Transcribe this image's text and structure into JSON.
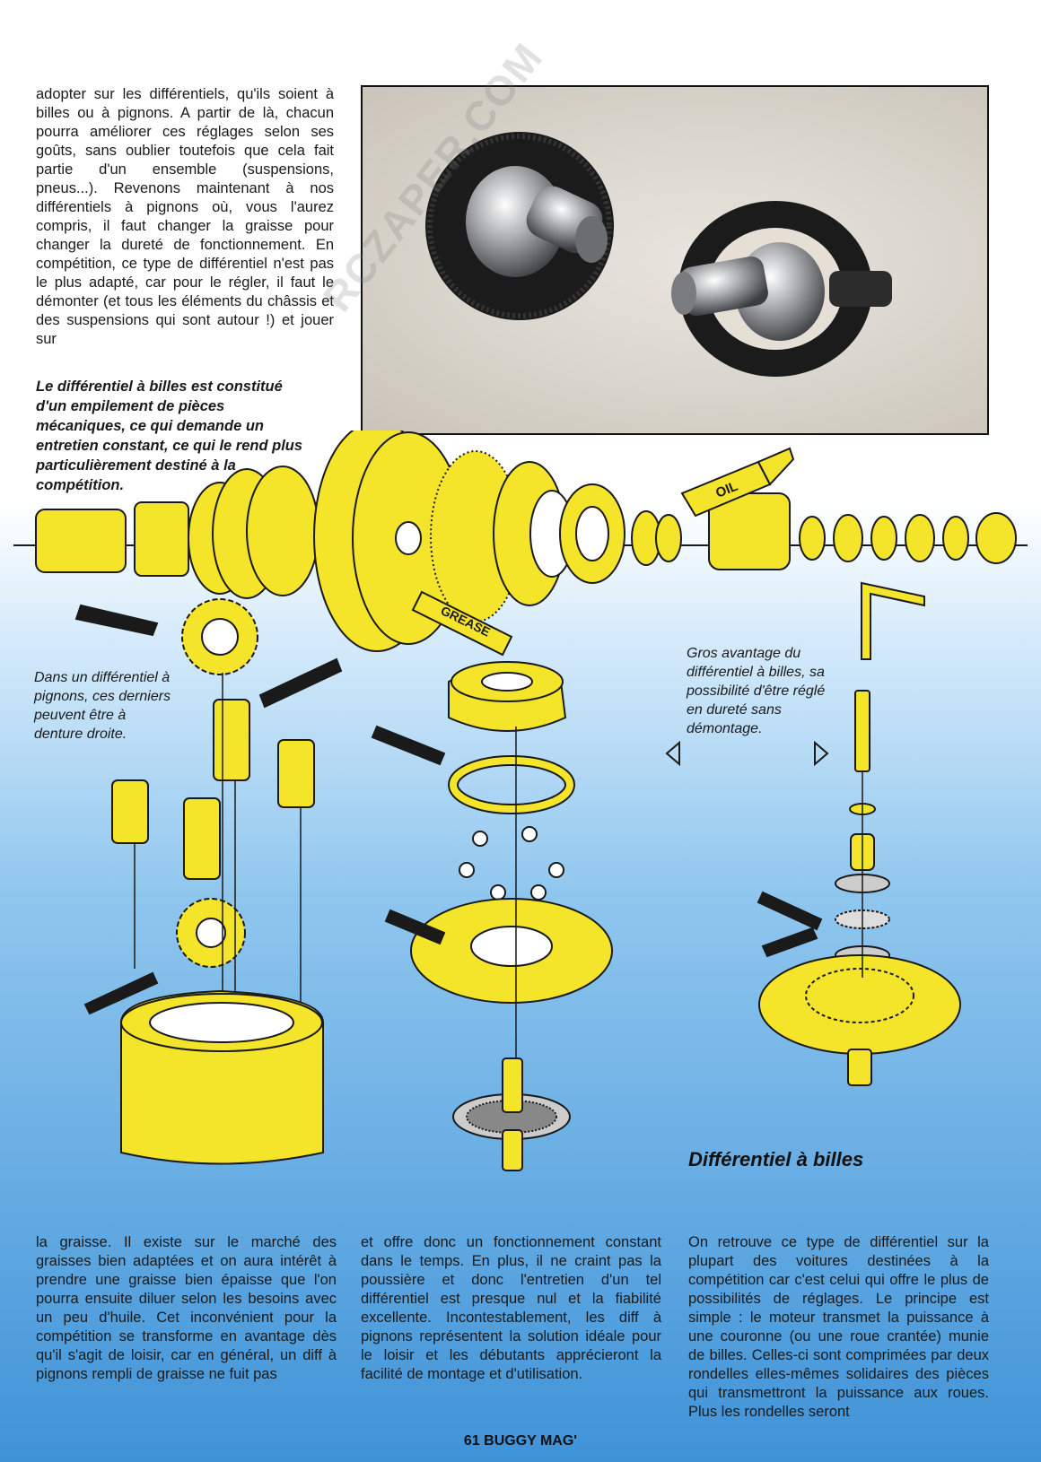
{
  "intro_text": "adopter sur les différentiels, qu'ils soient à billes ou à pignons. A partir de là, chacun pourra améliorer ces réglages selon ses goûts, sans oublier toutefois que cela fait partie d'un ensemble (suspensions, pneus...). Revenons maintenant à nos différentiels à pignons où, vous l'aurez compris, il faut changer la graisse pour changer la dureté de fonctionnement. En compétition, ce type de différentiel n'est pas le plus adapté, car pour le régler, il faut le démonter (et tous les éléments du châssis et des suspensions qui sont autour !) et jouer sur",
  "caption_ball_intro": "Le différentiel à billes est constitué d'un empilement de pièces mécaniques, ce qui demande un entretien constant, ce qui le rend plus particulièrement destiné à la compétition.",
  "caption_pinion": "Dans un différentiel à pignons, ces derniers peuvent être à denture droite.",
  "caption_adjust": "Gros avantage du différentiel à billes, sa possibilité d'être réglé en dureté sans démontage.",
  "label_oil": "OIL",
  "label_grease": "GREASE",
  "watermark": "RCZAPER.COM",
  "col_left_bottom": "la graisse. Il existe sur le marché des graisses bien adaptées et on aura intérêt à prendre une graisse bien épaisse que l'on pourra ensuite diluer selon les besoins avec un peu d'huile. Cet inconvénient pour la compétition se transforme en avantage dès qu'il s'agit de loisir, car en général, un diff à pignons rempli de graisse ne fuit pas",
  "col_mid_bottom": "et offre donc un fonctionnement constant dans le temps. En plus, il ne craint pas la poussière et donc l'entretien d'un tel différentiel est presque nul et la fiabilité excellente. Incontestablement, les diff à pignons représentent la solution idéale pour le loisir et les débutants apprécieront la facilité de montage et d'utilisation.",
  "section_heading": "Différentiel à billes",
  "col_right_bottom": "On retrouve ce type de différentiel sur la plupart des voitures destinées à la compétition car c'est celui qui offre le plus de possibilités de réglages. Le principe est simple : le moteur transmet la puissance à une couronne (ou une roue crantée) munie de billes. Celles-ci sont comprimées par deux rondelles elles-mêmes solidaires des pièces qui transmettront la puissance aux roues. Plus les rondelles seront",
  "footer": "61 BUGGY MAG'",
  "colors": {
    "part_yellow": "#f5e52a",
    "outline": "#1a1a1a",
    "gradient_bottom": "#3f93d8"
  }
}
